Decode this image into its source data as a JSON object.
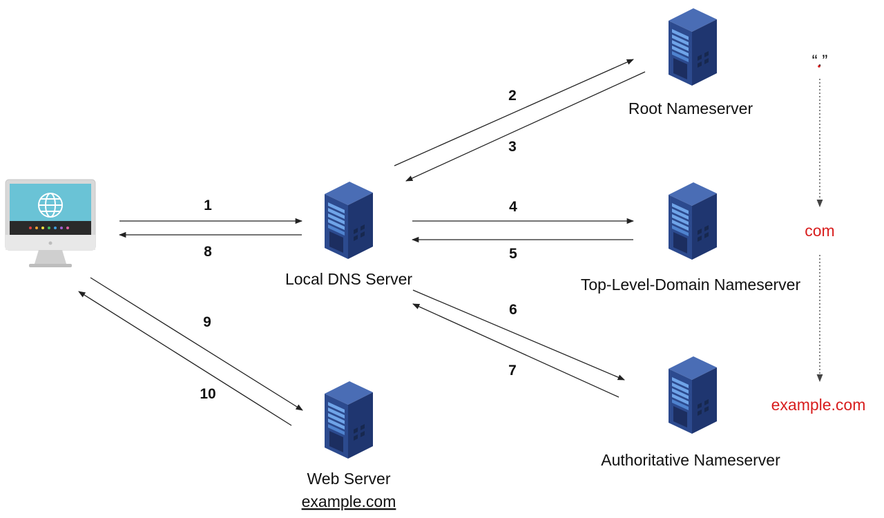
{
  "colors": {
    "accent_red": "#d81e1e",
    "server_dark": "#1f3670",
    "server_mid": "#2c4a8e",
    "server_light": "#3d5fa8",
    "screen_blue": "#6ac3d6",
    "monitor_gray": "#d8d8d8"
  },
  "nodes": {
    "client": {
      "icon": "desktop-computer-icon"
    },
    "local_dns": {
      "label": "Local DNS Server",
      "icon": "server-icon"
    },
    "root": {
      "label": "Root Nameserver",
      "icon": "server-icon"
    },
    "tld": {
      "label": "Top-Level-Domain Nameserver",
      "icon": "server-icon"
    },
    "authoritative": {
      "label": "Authoritative Nameserver",
      "icon": "server-icon"
    },
    "web_server": {
      "label": "Web Server",
      "sublabel": "example.com",
      "icon": "server-icon"
    }
  },
  "steps": [
    "1",
    "2",
    "3",
    "4",
    "5",
    "6",
    "7",
    "8",
    "9",
    "10"
  ],
  "hierarchy": {
    "root": "“.”",
    "tld": "com",
    "domain": "example.com"
  }
}
